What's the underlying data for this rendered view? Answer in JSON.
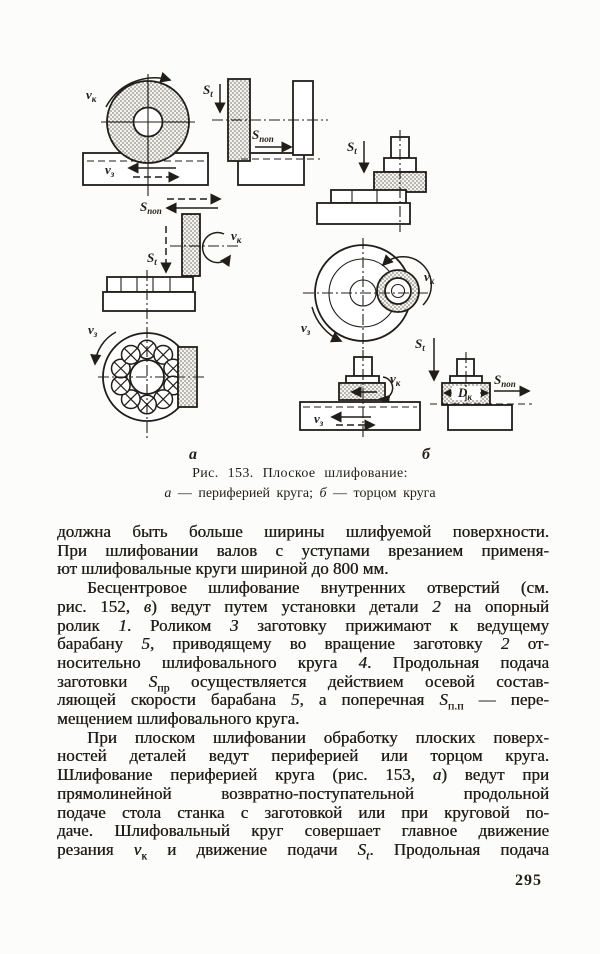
{
  "page": {
    "number": "295",
    "ink": "#211e1a",
    "paper": "#fcfcfa"
  },
  "figure": {
    "caption_line1": "Рис. 153. Плоское шлифование:",
    "caption_line2_segments": [
      {
        "t": "а",
        "i": 1
      },
      {
        "t": " — периферией круга; "
      },
      {
        "t": "б",
        "i": 1
      },
      {
        "t": " — торцом круга"
      }
    ],
    "labels": {
      "vk": {
        "m": "v",
        "s": "к"
      },
      "vz": {
        "m": "v",
        "s": "з"
      },
      "st": {
        "m": "S",
        "s": "t"
      },
      "spop": {
        "m": "S",
        "s": "поп"
      },
      "dk": {
        "m": "D",
        "s": "к"
      },
      "sub_a": "а",
      "sub_b": "б"
    },
    "parts_count": 10
  },
  "body": {
    "lines": [
      {
        "j": 1,
        "segs": [
          {
            "t": "должна быть больше ширины шлифуемой поверхности."
          }
        ]
      },
      {
        "j": 1,
        "segs": [
          {
            "t": "При шлифовании валов с уступами врезанием применя-"
          }
        ]
      },
      {
        "j": 0,
        "segs": [
          {
            "t": "ют шлифовальные круги шириной до 800 мм."
          }
        ]
      },
      {
        "j": 1,
        "ind": 1,
        "segs": [
          {
            "t": "Бесцентровое шлифование внутренних отверстий (см."
          }
        ]
      },
      {
        "j": 1,
        "segs": [
          {
            "t": "рис. 152, "
          },
          {
            "t": "в",
            "i": 1
          },
          {
            "t": ") ведут путем установки детали "
          },
          {
            "t": "2",
            "i": 1
          },
          {
            "t": " на опорный"
          }
        ]
      },
      {
        "j": 1,
        "segs": [
          {
            "t": "ролик "
          },
          {
            "t": "1",
            "i": 1
          },
          {
            "t": ". Роликом "
          },
          {
            "t": "3",
            "i": 1
          },
          {
            "t": " заготовку прижимают к ведущему"
          }
        ]
      },
      {
        "j": 1,
        "segs": [
          {
            "t": "барабану "
          },
          {
            "t": "5",
            "i": 1
          },
          {
            "t": ", приводящему во вращение заготовку "
          },
          {
            "t": "2",
            "i": 1
          },
          {
            "t": " от-"
          }
        ]
      },
      {
        "j": 1,
        "segs": [
          {
            "t": "носительно шлифовального круга "
          },
          {
            "t": "4",
            "i": 1
          },
          {
            "t": ". Продольная подача"
          }
        ]
      },
      {
        "j": 1,
        "segs": [
          {
            "t": "заготовки "
          },
          {
            "t": "S",
            "i": 1
          },
          {
            "t": "пр",
            "sub": 1
          },
          {
            "t": " осуществляется действием осевой состав-"
          }
        ]
      },
      {
        "j": 1,
        "segs": [
          {
            "t": "ляющей скорости барабана "
          },
          {
            "t": "5",
            "i": 1
          },
          {
            "t": ", а поперечная "
          },
          {
            "t": "S",
            "i": 1
          },
          {
            "t": "п.п",
            "sub": 1
          },
          {
            "t": " — пере-"
          }
        ]
      },
      {
        "j": 0,
        "segs": [
          {
            "t": "мещением шлифовального круга."
          }
        ]
      },
      {
        "j": 1,
        "ind": 1,
        "segs": [
          {
            "t": "При плоском шлифовании обработку плоских поверх-"
          }
        ]
      },
      {
        "j": 1,
        "segs": [
          {
            "t": "ностей деталей ведут периферией или торцом круга."
          }
        ]
      },
      {
        "j": 1,
        "segs": [
          {
            "t": "Шлифование периферией круга (рис. 153, "
          },
          {
            "t": "а",
            "i": 1
          },
          {
            "t": ") ведут при"
          }
        ]
      },
      {
        "j": 1,
        "segs": [
          {
            "t": "прямолинейной возвратно-поступательной продольной"
          }
        ]
      },
      {
        "j": 1,
        "segs": [
          {
            "t": "подаче стола станка с заготовкой или при круговой по-"
          }
        ]
      },
      {
        "j": 1,
        "segs": [
          {
            "t": "даче. Шлифовальный круг совершает главное движение"
          }
        ]
      },
      {
        "j": 1,
        "segs": [
          {
            "t": "резания "
          },
          {
            "t": "v",
            "i": 1
          },
          {
            "t": "к",
            "sub": 1
          },
          {
            "t": " и движение подачи "
          },
          {
            "t": "S",
            "i": 1
          },
          {
            "t": "t",
            "i": 1,
            "sub": 1
          },
          {
            "t": ". Продольная подача"
          }
        ]
      }
    ]
  }
}
